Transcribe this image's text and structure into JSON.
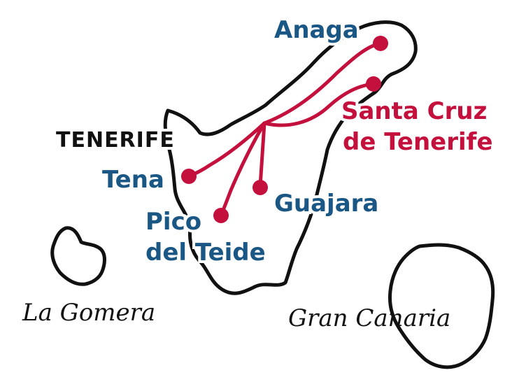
{
  "map": {
    "colors": {
      "place_label": "#1a5785",
      "capital_label": "#c4103c",
      "route": "#c4103c",
      "coastline": "#111111",
      "background": "#ffffff"
    },
    "islands": {
      "main": "TENERIFE",
      "west": "La Gomera",
      "east": "Gran Canaria"
    },
    "places": {
      "anaga": "Anaga",
      "capital_line1": "Santa Cruz",
      "capital_line2": "de Tenerife",
      "tena": "Tena",
      "pico_line1": "Pico",
      "pico_line2": "del Teide",
      "guajara": "Guajara"
    }
  }
}
